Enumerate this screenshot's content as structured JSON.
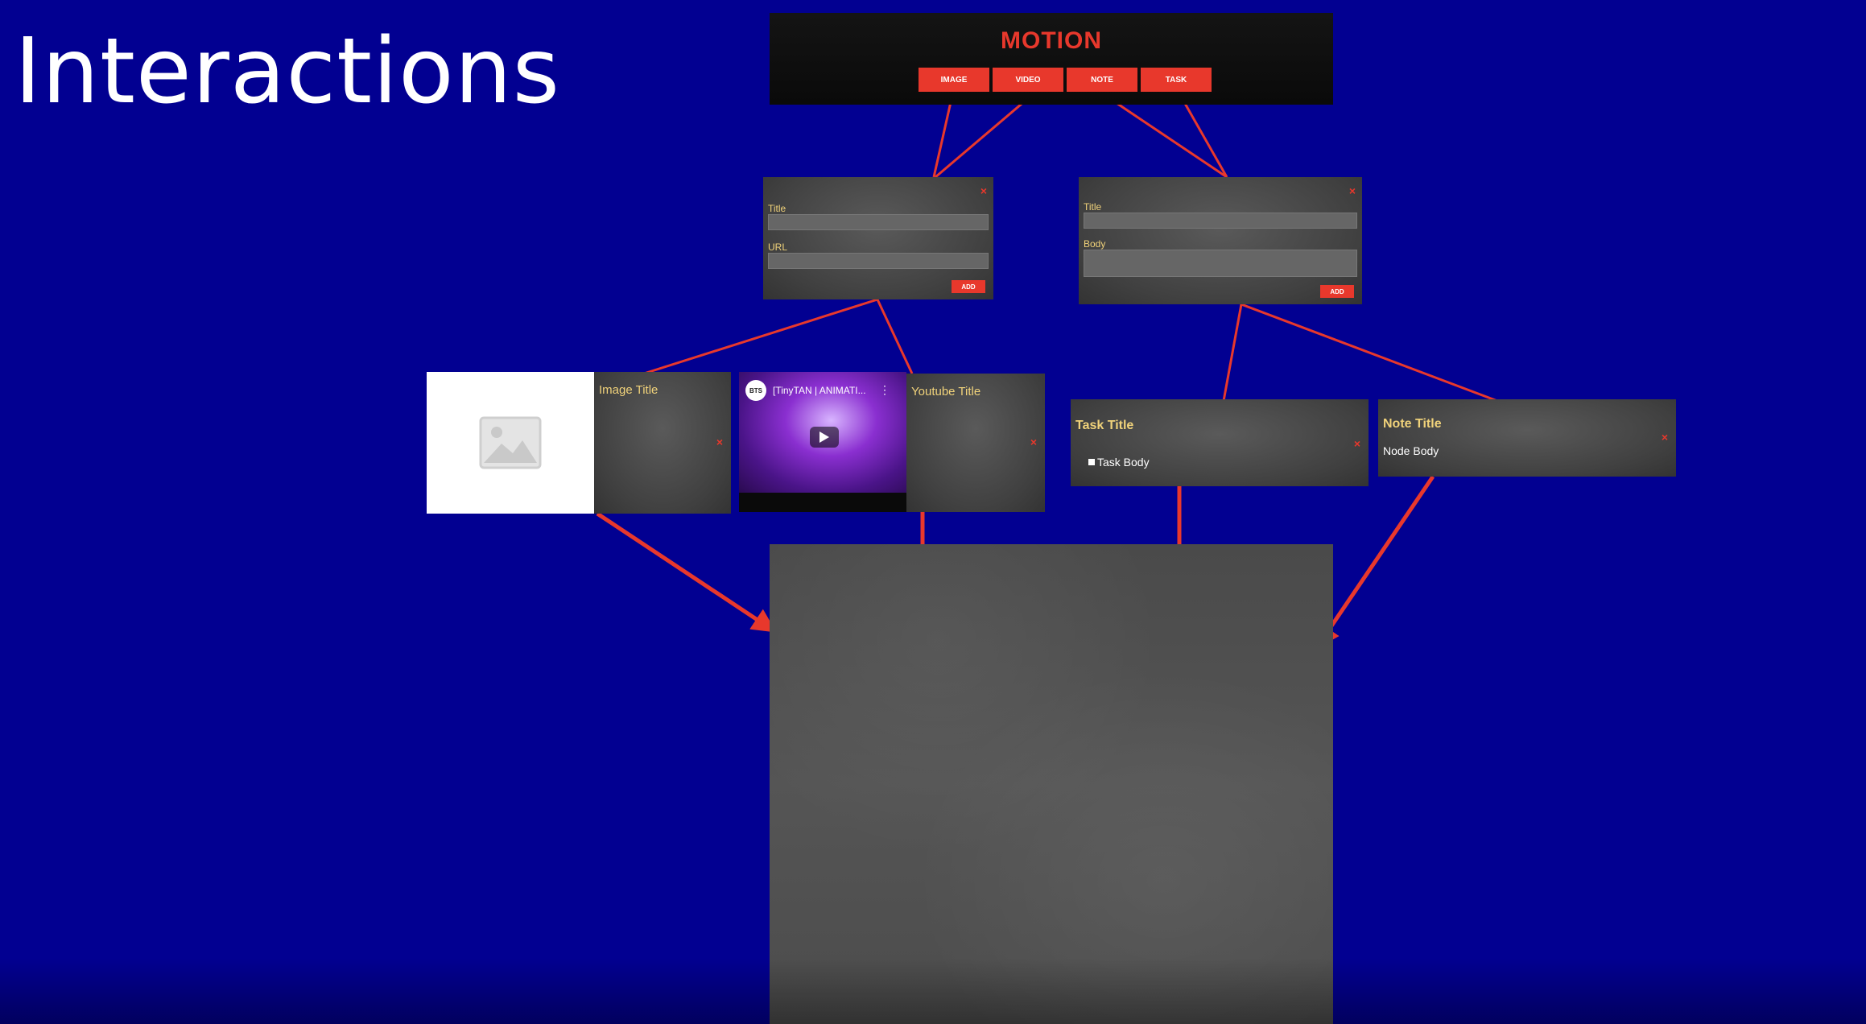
{
  "slide": {
    "title": "Interactions"
  },
  "header": {
    "brand": "MOTION",
    "nav": [
      "IMAGE",
      "VIDEO",
      "NOTE",
      "TASK"
    ]
  },
  "media_form": {
    "close": "×",
    "title_label": "Title",
    "url_label": "URL",
    "add_label": "ADD"
  },
  "text_form": {
    "close": "×",
    "title_label": "Title",
    "body_label": "Body",
    "add_label": "ADD"
  },
  "image_card": {
    "title": "Image Title",
    "close": "×"
  },
  "video_card": {
    "title": "Youtube Title",
    "close": "×",
    "thumb_title": "[TinyTAN | ANIMATI...",
    "channel": "BTS",
    "more": "⋮"
  },
  "task_card": {
    "title": "Task Title",
    "body": "Task Body",
    "close": "×"
  },
  "note_card": {
    "title": "Note Title",
    "body": "Node Body",
    "close": "×"
  },
  "colors": {
    "background": "#020091",
    "accent": "#e8382c",
    "label": "#f0d27a"
  }
}
